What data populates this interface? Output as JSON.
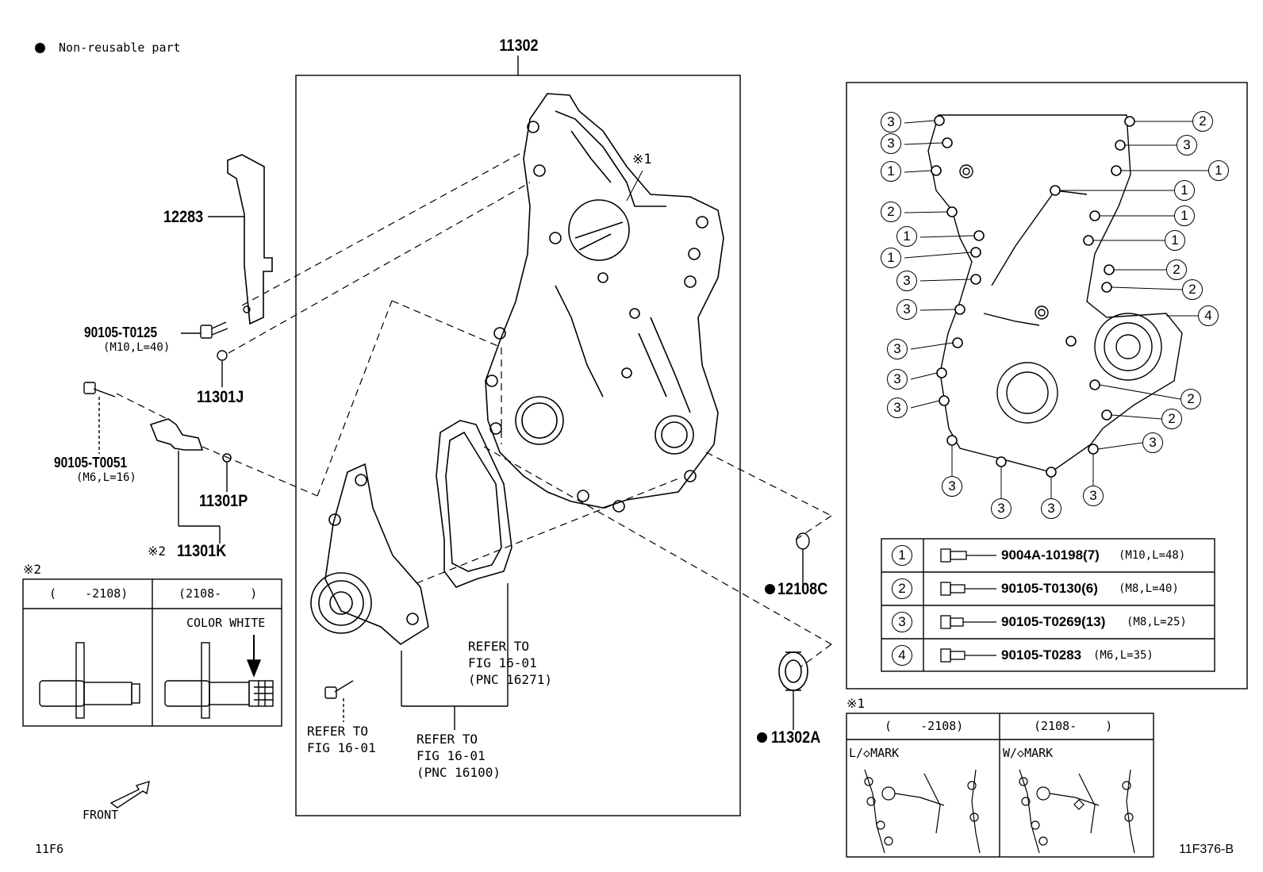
{
  "legend": {
    "dot_text": "Non-reusable part"
  },
  "main_part": {
    "number": "11302",
    "ref_mark": "※1"
  },
  "parts": {
    "p12283": "12283",
    "bolt_t0125": {
      "number": "90105-T0125",
      "spec": "(M10,L=40)"
    },
    "p11301j": "11301J",
    "bolt_t0051": {
      "number": "90105-T0051",
      "spec": "(M6,L=16)"
    },
    "p11301p": "11301P",
    "p11301k": {
      "mark": "※2",
      "number": "11301K"
    },
    "p12108c": "12108C",
    "p11302a": "11302A"
  },
  "refs": {
    "ref_16271": "REFER TO\nFIG 16-01\n(PNC 16271)",
    "ref_bolt": "REFER TO\nFIG 16-01",
    "ref_16100": "REFER TO\nFIG 16-01\n(PNC 16100)"
  },
  "variant2": {
    "mark": "※2",
    "col1": "(    -2108)",
    "col2": "(2108-    )",
    "color_note": "COLOR WHITE"
  },
  "variant1": {
    "mark": "※1",
    "col1": "(    -2108)",
    "col2": "(2108-    )",
    "label1": "L/◇MARK",
    "label2": "W/◇MARK"
  },
  "bolt_table": [
    {
      "num": "1",
      "part": "9004A-10198(7)",
      "spec": "(M10,L=48)"
    },
    {
      "num": "2",
      "part": "90105-T0130(6)",
      "spec": "(M8,L=40)"
    },
    {
      "num": "3",
      "part": "90105-T0269(13)",
      "spec": "(M8,L=25)"
    },
    {
      "num": "4",
      "part": "90105-T0283",
      "spec": "(M6,L=35)"
    }
  ],
  "bolt_callouts": {
    "left": [
      "3",
      "3",
      "1",
      "2",
      "1",
      "1",
      "3",
      "3",
      "3",
      "3",
      "3"
    ],
    "right": [
      "2",
      "3",
      "1",
      "1",
      "1",
      "1",
      "2",
      "2",
      "4",
      "2",
      "2",
      "3"
    ],
    "bottom": [
      "3",
      "3",
      "3",
      "3"
    ]
  },
  "front_label": "FRONT",
  "footer": {
    "left": "11F6",
    "right": "11F376-B"
  }
}
